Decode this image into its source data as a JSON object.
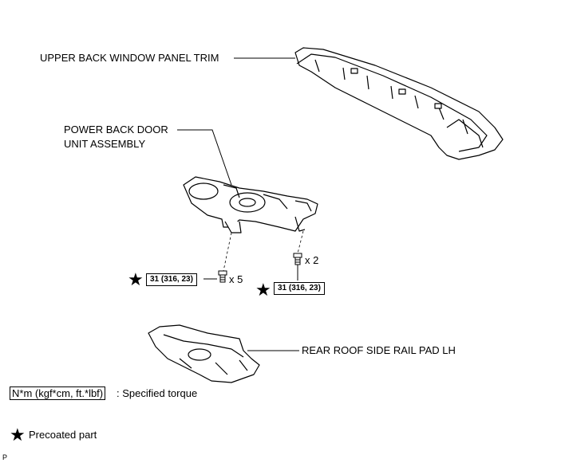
{
  "labels": {
    "upper_trim": "UPPER BACK WINDOW PANEL TRIM",
    "power_unit_line1": "POWER BACK DOOR",
    "power_unit_line2": "UNIT ASSEMBLY",
    "rail_pad": "REAR ROOF SIDE RAIL PAD LH"
  },
  "torque": {
    "left": "31 (316, 23)",
    "right": "31 (316, 23)"
  },
  "quantities": {
    "left": "x 5",
    "right": "x 2"
  },
  "legend": {
    "unit": "N*m (kgf*cm, ft.*lbf)",
    "unit_desc": ": Specified torque",
    "precoated": "Precoated part"
  },
  "corner_code": "P",
  "icons": [
    "star-icon",
    "bolt-icon"
  ]
}
